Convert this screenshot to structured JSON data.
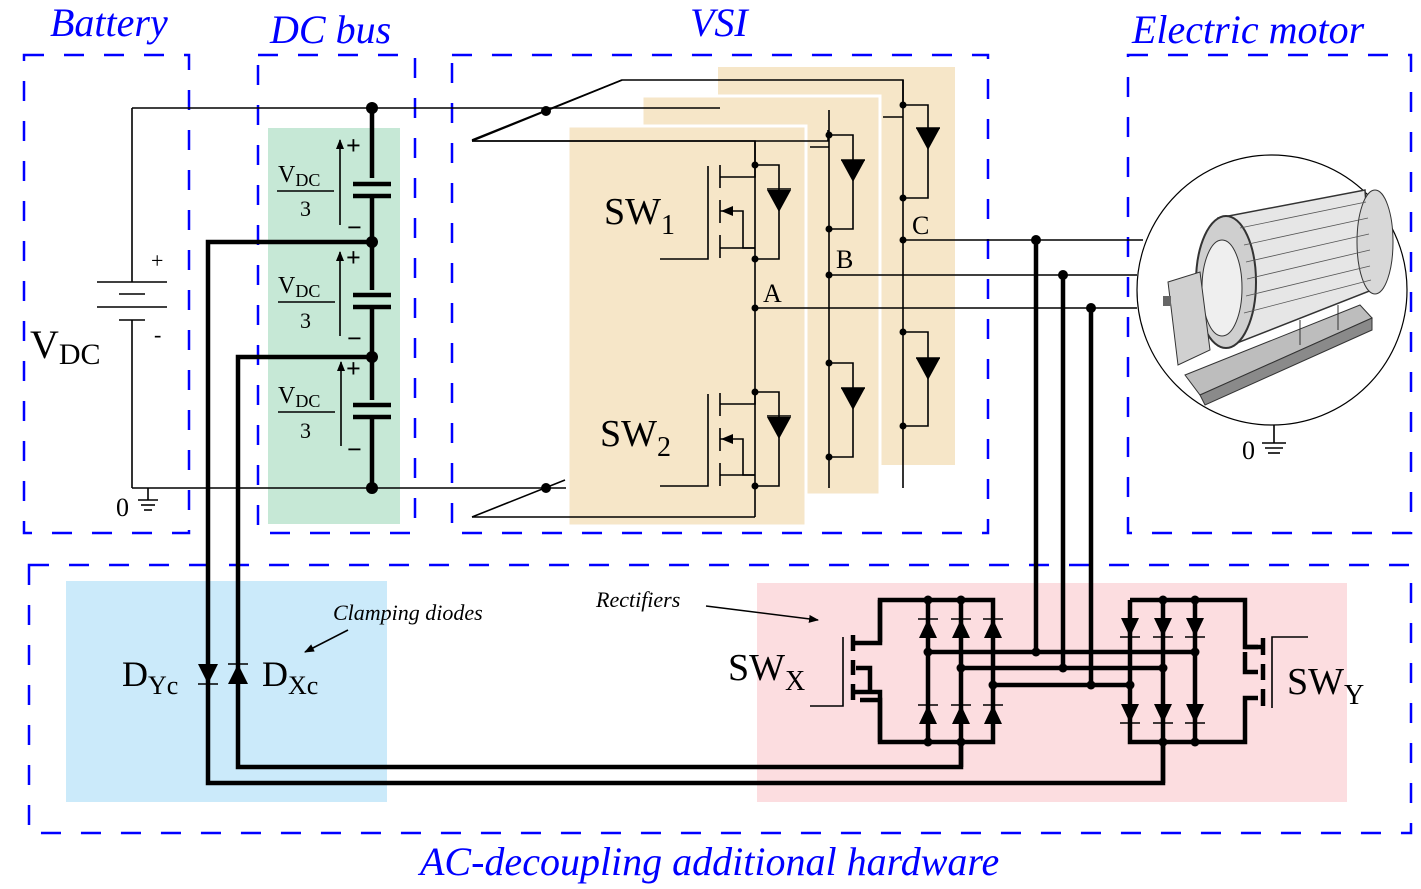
{
  "figure": {
    "type": "circuit-schematic",
    "colors": {
      "block_label": "#0000ff",
      "dc_bus_fill": "#c6e8d6",
      "vsi_fill": "#f6e6c8",
      "clamp_fill": "#cbeafa",
      "rectifier_fill": "#fcdde0",
      "wire": "#000000"
    }
  },
  "blocks": {
    "battery": {
      "title": "Battery",
      "source_label": "V",
      "source_sub": "DC",
      "plus": "+",
      "minus": "-",
      "ground": "0"
    },
    "dc_bus": {
      "title": "DC bus",
      "capacitors": [
        {
          "num": "V",
          "num_sub": "DC",
          "den": "3",
          "plus": "+",
          "minus": "−"
        },
        {
          "num": "V",
          "num_sub": "DC",
          "den": "3",
          "plus": "+",
          "minus": "−"
        },
        {
          "num": "V",
          "num_sub": "DC",
          "den": "3",
          "plus": "+",
          "minus": "−"
        }
      ]
    },
    "vsi": {
      "title": "VSI",
      "switches": [
        {
          "label": "SW",
          "sub": "1"
        },
        {
          "label": "SW",
          "sub": "2"
        }
      ],
      "phases": [
        "A",
        "B",
        "C"
      ]
    },
    "motor": {
      "title": "Electric motor",
      "ground": "0",
      "icon": "electric-motor-icon"
    },
    "ac_decoupling": {
      "title": "AC-decoupling additional hardware",
      "clamping_annotation": "Clamping diodes",
      "rectifier_annotation": "Rectifiers",
      "diode_y": {
        "label": "D",
        "sub": "Yc"
      },
      "diode_x": {
        "label": "D",
        "sub": "Xc"
      },
      "switch_x": {
        "label": "SW",
        "sub": "X"
      },
      "switch_y": {
        "label": "SW",
        "sub": "Y"
      }
    }
  }
}
